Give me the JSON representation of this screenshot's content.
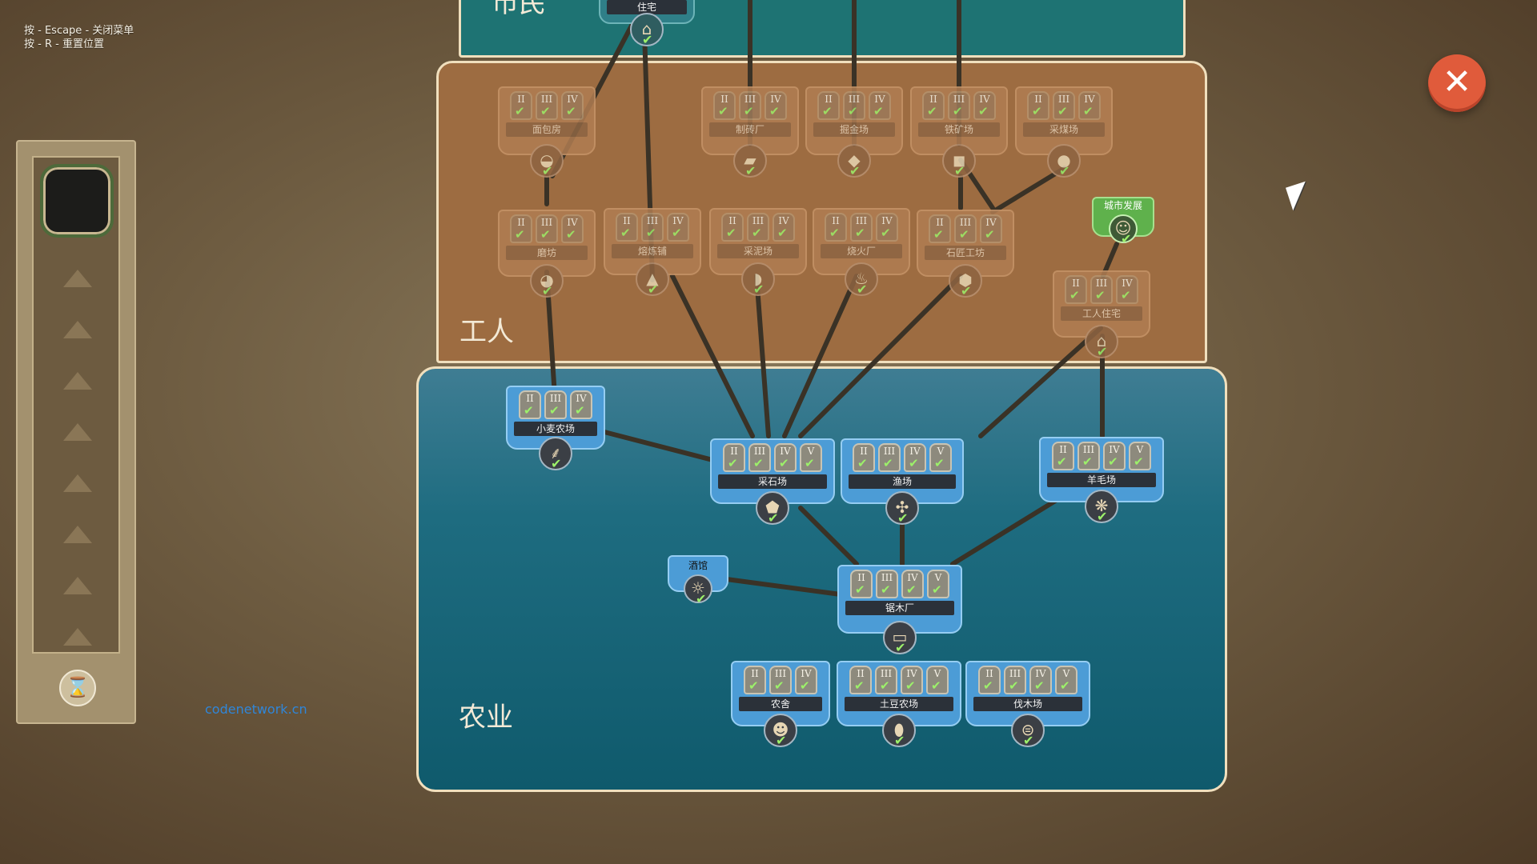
{
  "hints": [
    "按 - Escape - 关闭菜单",
    "按 - R - 重置位置"
  ],
  "watermark": "codenetwork.cn",
  "tiers": {
    "top_label": "市民",
    "workers_label": "工人",
    "farmers_label": "农业"
  },
  "levels": [
    "II",
    "III",
    "IV",
    "V"
  ],
  "colors": {
    "farm_tier": "#1e6c80",
    "worker_tier": "#9d6c41",
    "citizen_tier": "#1e7373",
    "close": "#e05b3b",
    "check": "#9cf06a"
  },
  "buildings": {
    "top_house": "住宅",
    "bakery": "面包房",
    "brickworks": "制砖厂",
    "goldmine": "掘金场",
    "ironmine": "铁矿场",
    "coalmine": "采煤场",
    "mill": "磨坊",
    "smelter": "熔炼铺",
    "claypit": "采泥场",
    "kiln": "烧火厂",
    "stonemason": "石匠工坊",
    "city_dev": "城市发展",
    "worker_house": "工人住宅",
    "wheat_farm": "小麦农场",
    "quarry": "采石场",
    "fishery": "渔场",
    "sheep_farm": "羊毛场",
    "tavern": "酒馆",
    "sawmill": "锯木厂",
    "farmhouse": "农舍",
    "potato_farm": "土豆农场",
    "lumberjack": "伐木场"
  },
  "icons": [
    "close-icon",
    "hourglass-icon",
    "cursor-icon",
    "check-icon"
  ]
}
